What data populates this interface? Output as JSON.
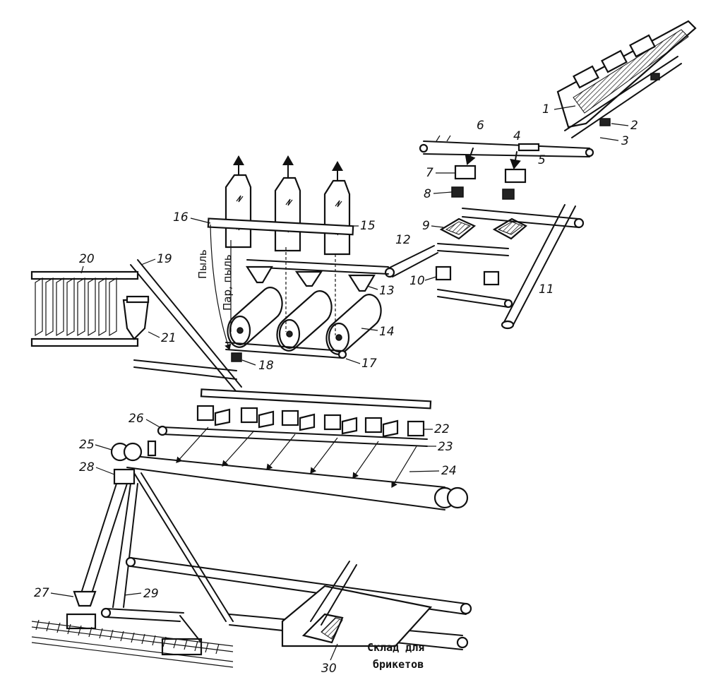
{
  "numbers": {
    "n1": "1",
    "n2": "2",
    "n3": "3",
    "n4": "4",
    "n5": "5",
    "n6": "6",
    "n7": "7",
    "n8": "8",
    "n9": "9",
    "n10": "10",
    "n11": "11",
    "n12": "12",
    "n13": "13",
    "n14": "14",
    "n15": "15",
    "n16": "16",
    "n17": "17",
    "n18": "18",
    "n19": "19",
    "n20": "20",
    "n21": "21",
    "n22": "22",
    "n23": "23",
    "n24": "24",
    "n25": "25",
    "n26": "26",
    "n27": "27",
    "n28": "28",
    "n29": "29",
    "n30": "30"
  },
  "texts": {
    "dust": "Пыль",
    "steam_dust": "Пар, пыль",
    "warehouse_line1": "Склад для",
    "warehouse_line2": "брикетов"
  }
}
